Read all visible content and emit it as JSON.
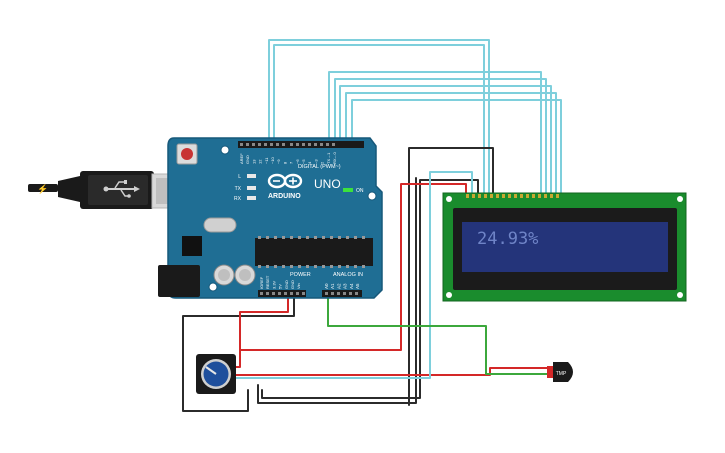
{
  "arduino": {
    "brand_text": "ARDUINO",
    "model_text": "UNO",
    "on_label": "ON",
    "digital_header_label": "DIGITAL (PWM~)",
    "power_header_label": "POWER",
    "analog_header_label": "ANALOG IN",
    "led_labels": [
      "L",
      "TX",
      "RX"
    ],
    "digital_pins": [
      "AREF",
      "GND",
      "13",
      "12",
      "~11",
      "~10",
      "~9",
      "8",
      "7",
      "~6",
      "~5",
      "4",
      "~3",
      "2",
      "TX→1",
      "RX←0"
    ],
    "power_pins": [
      "IOREF",
      "RESET",
      "3.3V",
      "5V",
      "GND",
      "GND",
      "Vin"
    ],
    "analog_pins": [
      "A0",
      "A1",
      "A2",
      "A3",
      "A4",
      "A5"
    ]
  },
  "lcd": {
    "display_text": "24.93%"
  },
  "sensor": {
    "label": "TMP"
  },
  "colors": {
    "board": "#1f6e94",
    "board_dark": "#17587a",
    "lcd_pcb": "#1a8c2d",
    "lcd_screen": "#24347a",
    "lcd_text": "#6f84c7",
    "wire_cyan": "#7ecfdc",
    "wire_red": "#d42828",
    "wire_black": "#2b2b2b",
    "wire_green": "#3ca83c"
  },
  "icons": {
    "usb": "usb-plug-icon",
    "potentiometer": "potentiometer-knob-icon",
    "temperature_sensor": "temperature-sensor-icon",
    "infinity_logo": "arduino-infinity-logo-icon"
  }
}
